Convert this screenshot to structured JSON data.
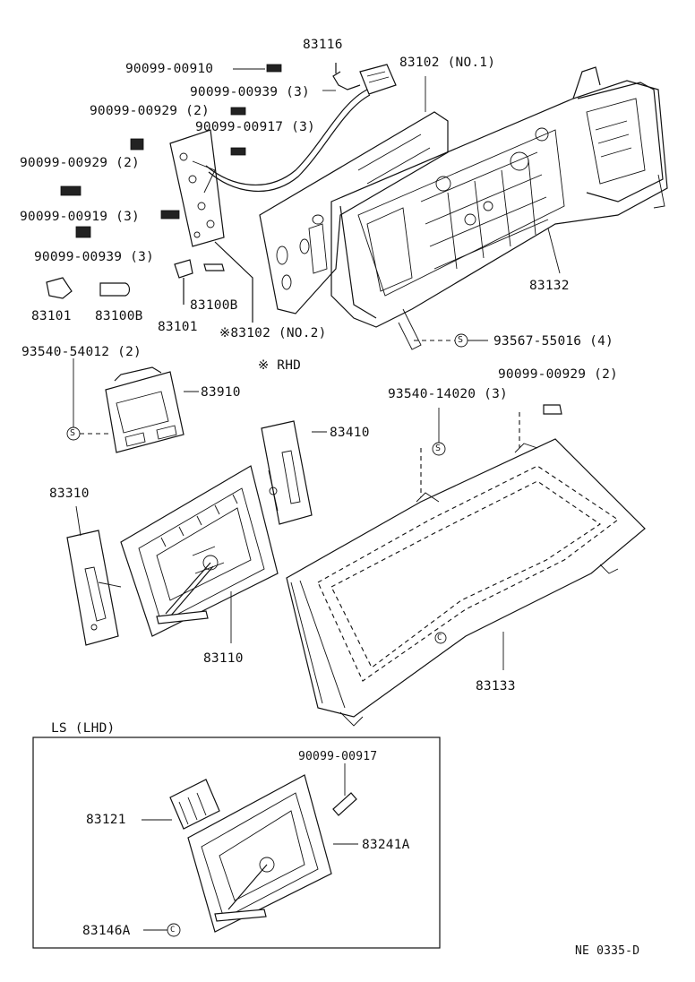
{
  "labels": {
    "p83116": "83116",
    "p90099_00910": "90099-00910",
    "p83102_no1": "83102 (NO.1)",
    "p90099_00939_a": "90099-00939 (3)",
    "p90099_00929_a": "90099-00929 (2)",
    "p90099_00917_a": "90099-00917 (3)",
    "p90099_00929_b": "90099-00929 (2)",
    "p90099_00919": "90099-00919 (3)",
    "p90099_00939_b": "90099-00939 (3)",
    "p83132": "83132",
    "p83101_a": "83101",
    "p83100b_a": "83100B",
    "p83101_b": "83101",
    "p83100b_b": "83100B",
    "p83102_no2": "※83102 (NO.2)",
    "p93567": "93567-55016 (4)",
    "p93540_54012": "93540-54012 (2)",
    "rhd": "※ RHD",
    "p90099_00929_c": "90099-00929 (2)",
    "p83910": "83910",
    "p93540_14020": "93540-14020 (3)",
    "p83410": "83410",
    "p83310": "83310",
    "p83110": "83110",
    "p83133": "83133",
    "ls_lhd": "LS (LHD)",
    "p90099_00917_b": "90099-00917",
    "p83121": "83121",
    "p83241a": "83241A",
    "p83146a": "83146A",
    "code": "NE  0335-D"
  },
  "symbols": {
    "s_mark": "S",
    "c_mark": "C"
  }
}
